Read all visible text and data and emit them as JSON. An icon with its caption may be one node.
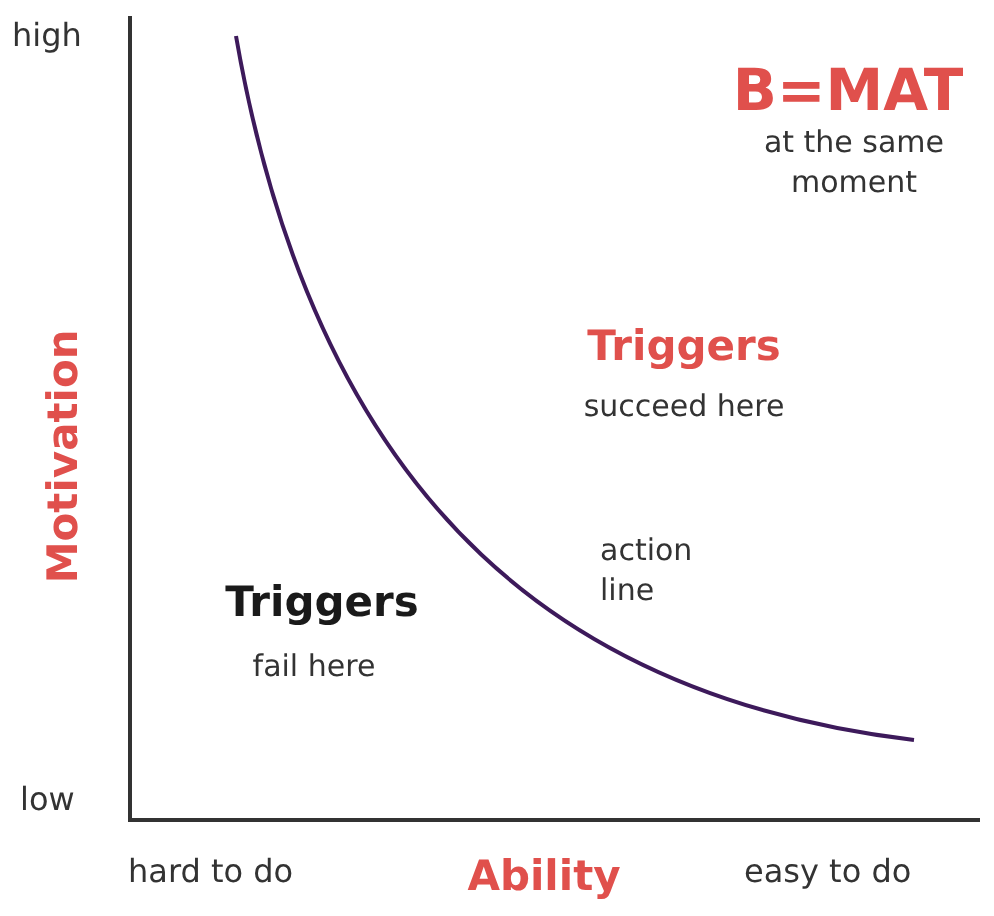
{
  "diagram": {
    "labels": [
      "high",
      "B=MAT",
      "at the same moment",
      "Triggers",
      "succeed here",
      "Motivation",
      "action line",
      "Triggers",
      "fail here",
      "low",
      "hard to do",
      "Ability",
      "easy to do"
    ]
  }
}
